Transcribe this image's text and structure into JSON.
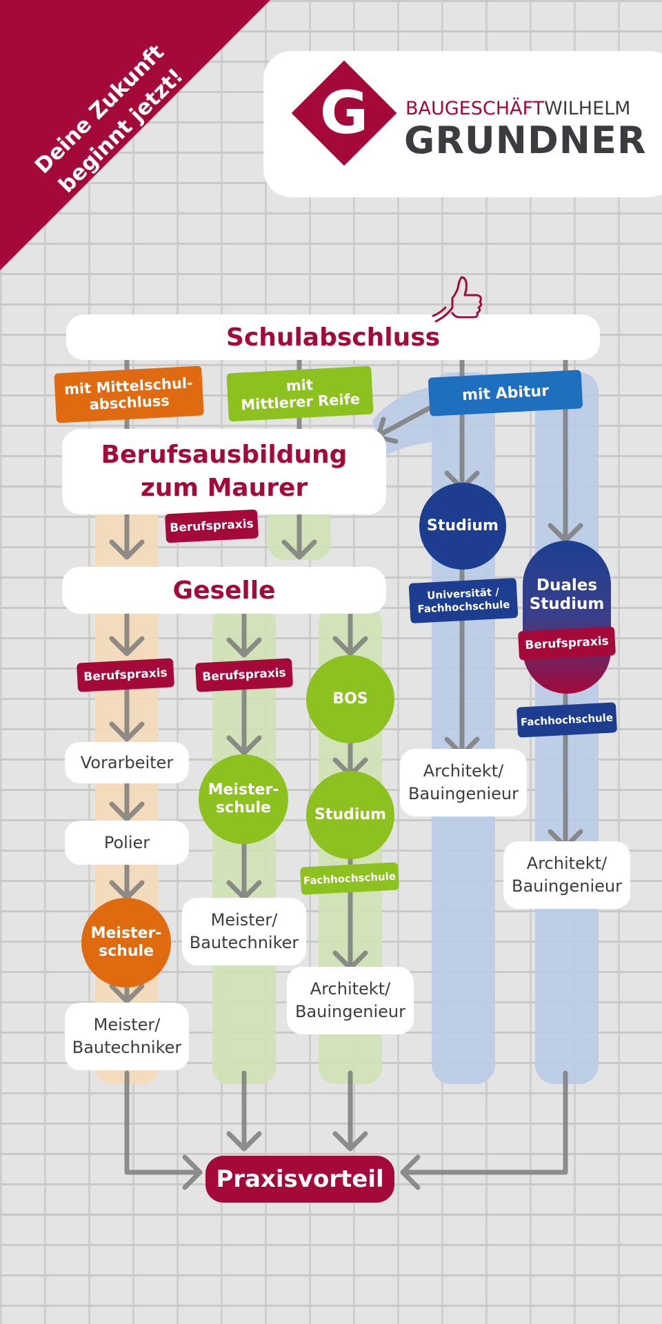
{
  "banner": {
    "line1": "Deine Zukunft",
    "line2": "beginnt jetzt!"
  },
  "logo": {
    "letter": "G",
    "line1_a": "BAUGESCHÄFT",
    "line1_b": "WILHELM",
    "line2": "GRUNDNER"
  },
  "nodes": {
    "schulabschluss": "Schulabschluss",
    "berufsausbildung_1": "Berufsausbildung",
    "berufsausbildung_2": "zum Maurer",
    "geselle": "Geselle",
    "vorarbeiter": "Vorarbeiter",
    "polier": "Polier",
    "meisterschule_1": "Meister-",
    "meisterschule_2": "schule",
    "meister_1": "Meister/",
    "meister_2": "Bautechniker",
    "bos": "BOS",
    "studium": "Studium",
    "duales_1": "Duales",
    "duales_2": "Studium",
    "architekt_1": "Architekt/",
    "architekt_2": "Bauingenieur",
    "praxisvorteil": "Praxisvorteil"
  },
  "tags": {
    "mittelschul_1": "mit Mittelschul-",
    "mittelschul_2": "abschluss",
    "mittlere_1": "mit",
    "mittlere_2": "Mittlerer Reife",
    "abitur": "mit Abitur",
    "berufspraxis": "Berufspraxis",
    "universitaet_1": "Universität /",
    "universitaet_2": "Fachhochschule",
    "fachhochschule": "Fachhochschule"
  },
  "colors": {
    "brand_red": "#a4093a",
    "dark_gray": "#3b3c40",
    "orange": "#e06a0f",
    "green": "#8cc11f",
    "blue": "#1f6fc0",
    "navy": "#1d3e90",
    "lane_orange": "#f4d9b8",
    "lane_green": "#cfe2b4",
    "lane_blue": "#b9cbe6",
    "arrow_gray": "#7d7d7d"
  }
}
